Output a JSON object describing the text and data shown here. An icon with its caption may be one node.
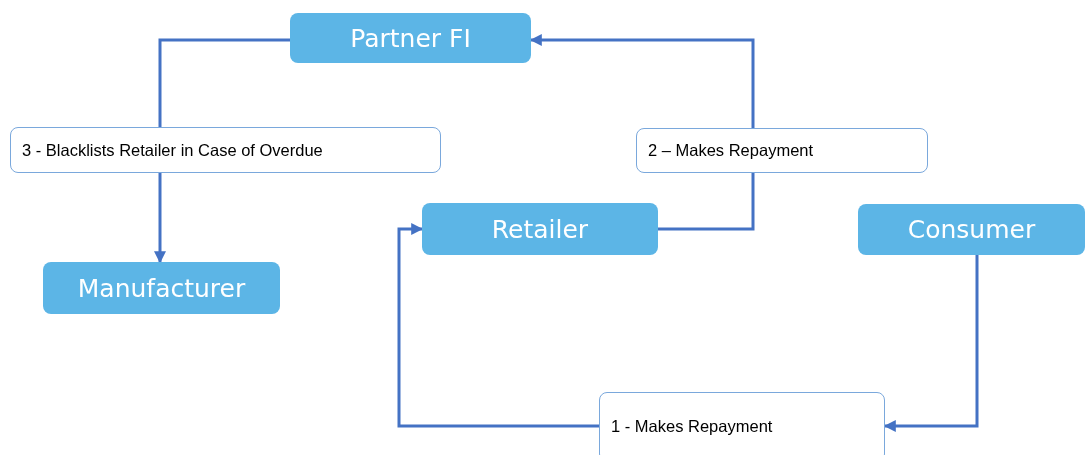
{
  "diagram": {
    "nodes": [
      {
        "text": [
          "Partner FI"
        ]
      },
      {
        "text": [
          "3 - Blacklists Retailer in Case of Overdue"
        ]
      },
      {
        "text": [
          "Manufacturer"
        ]
      },
      {
        "text": [
          "2 – Makes Repayment"
        ]
      },
      {
        "text": [
          "Retailer"
        ]
      },
      {
        "text": [
          "Consumer"
        ]
      },
      {
        "text": [
          "1 - Makes Repayment"
        ]
      }
    ],
    "edges": [
      {
        "from": 0,
        "to": 1,
        "arrow": "none"
      },
      {
        "from": 1,
        "to": 2,
        "arrow": "to"
      },
      {
        "from": 4,
        "to": 3,
        "arrow": "none"
      },
      {
        "from": 3,
        "to": 0,
        "arrow": "to"
      },
      {
        "from": 5,
        "to": 6,
        "arrow": "to"
      },
      {
        "from": 6,
        "to": 4,
        "arrow": "to"
      }
    ]
  }
}
